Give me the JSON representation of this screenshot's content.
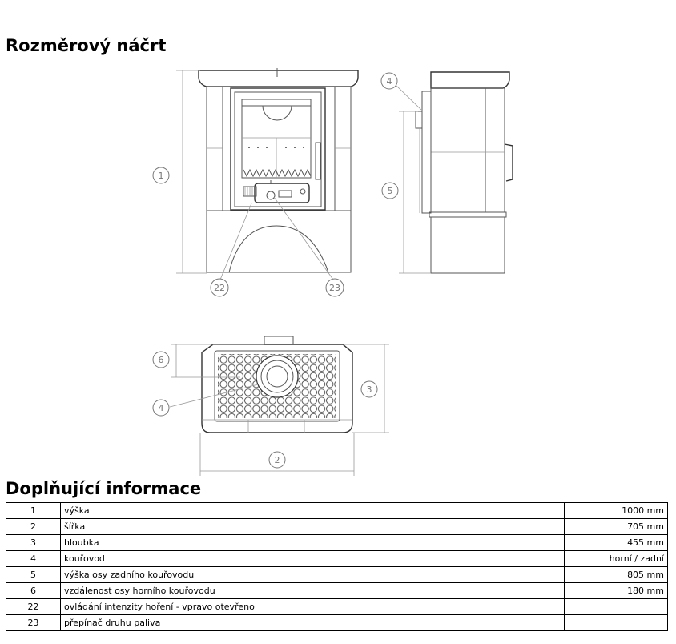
{
  "titles": {
    "sketch": "Rozměrový náčrt",
    "info": "Doplňující informace"
  },
  "markers": {
    "front_height": "1",
    "front_left": "22",
    "front_right": "23",
    "side_flue": "4",
    "side_height": "5",
    "top_offset": "6",
    "top_flue": "4",
    "top_depth": "3",
    "top_width": "2"
  },
  "table": {
    "rows": [
      {
        "num": "1",
        "label": "výška",
        "value": "1000 mm"
      },
      {
        "num": "2",
        "label": "šířka",
        "value": "705 mm"
      },
      {
        "num": "3",
        "label": "hloubka",
        "value": "455 mm"
      },
      {
        "num": "4",
        "label": "kouřovod",
        "value": "horní / zadní"
      },
      {
        "num": "5",
        "label": "výška osy zadního kouřovodu",
        "value": "805 mm"
      },
      {
        "num": "6",
        "label": "vzdálenost osy horního kouřovodu",
        "value": "180 mm"
      },
      {
        "num": "22",
        "label": "ovládání intenzity hoření - vpravo otevřeno",
        "value": ""
      },
      {
        "num": "23",
        "label": "přepínač druhu paliva",
        "value": ""
      }
    ]
  }
}
